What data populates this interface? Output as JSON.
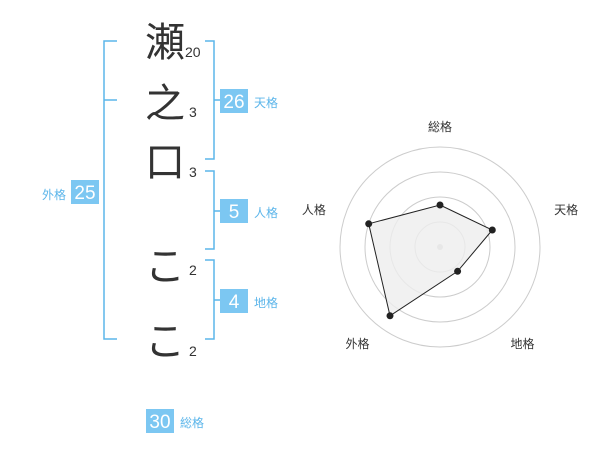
{
  "name_chars": [
    {
      "char": "瀬",
      "strokes": "20"
    },
    {
      "char": "之",
      "strokes": "3"
    },
    {
      "char": "口",
      "strokes": "3"
    },
    {
      "char": "こ",
      "strokes": "2"
    },
    {
      "char": "こ",
      "strokes": "2"
    }
  ],
  "kakusu": {
    "tenkaku": {
      "value": "26",
      "label": "天格"
    },
    "jinkaku": {
      "value": "5",
      "label": "人格"
    },
    "chikaku": {
      "value": "4",
      "label": "地格"
    },
    "gaikaku": {
      "value": "25",
      "label": "外格"
    },
    "soukaku": {
      "value": "30",
      "label": "総格"
    }
  },
  "chart_data": {
    "type": "radar",
    "axes": [
      "総格",
      "天格",
      "地格",
      "外格",
      "人格"
    ],
    "values": [
      0.42,
      0.55,
      0.3,
      0.85,
      0.75
    ],
    "range": [
      0,
      1
    ],
    "rings": 4
  },
  "colors": {
    "bracket": "#5bb5ea",
    "badge": "#7cc7f2",
    "text": "#333333",
    "ring": "#cccccc",
    "fill": "#eeeeee",
    "line": "#222222"
  }
}
